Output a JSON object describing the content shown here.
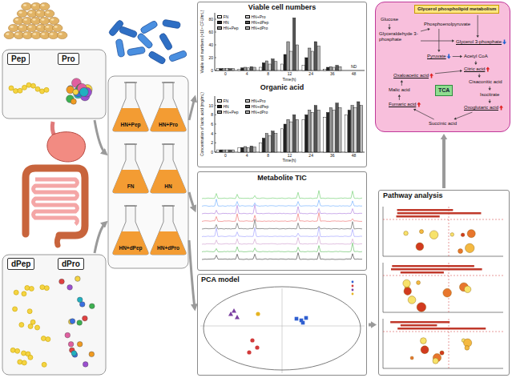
{
  "diagram": {
    "nodes": [
      {
        "text": [
          "Pep"
        ]
      },
      {
        "text": [
          "Pro"
        ]
      },
      {
        "text": [
          "HN+Pep"
        ]
      },
      {
        "text": [
          "HN+Pro"
        ]
      },
      {
        "text": [
          "FN"
        ]
      },
      {
        "text": [
          "HN"
        ]
      },
      {
        "text": [
          "HN+dPep"
        ]
      },
      {
        "text": [
          "HN+dPro"
        ]
      },
      {
        "text": [
          "Viable cell numbers",
          "Organic acid"
        ]
      },
      {
        "text": [
          "Metabolite TIC"
        ]
      },
      {
        "text": [
          "PCA model"
        ]
      },
      {
        "text": [
          "Glucose",
          "Phosphoenolpyruvate",
          "Glyceraldehyde 3-phosphate",
          "Glycerol 3-phosphate",
          "Pyruvate",
          "Acetyl CoA",
          "Citric acid",
          "Oxaloacetic acid",
          "Cisaconitic acid",
          "Malic acid",
          "Isocitrate",
          "Fumaric acid",
          "Oxoglutaric acid",
          "Succinic acid"
        ]
      },
      {
        "text": [
          "Glycerol phospholipid metabolism"
        ],
        "in": 11
      },
      {
        "text": [
          "TCA"
        ],
        "in": 11
      },
      {
        "text": [
          "Pathway analysis"
        ]
      },
      {
        "text": [
          "dPep"
        ]
      },
      {
        "text": [
          "dPro"
        ]
      }
    ],
    "edges": [
      {
        "from": 10,
        "to": 14,
        "arrow": "to"
      },
      {
        "from": 14,
        "to": 11,
        "arrow": "to"
      }
    ],
    "labels": [
      "Viable cell numbers (×10⁸ CFU/mL)",
      "0",
      "20",
      "40",
      "60",
      "80",
      "0",
      "4",
      "8",
      "12",
      "24",
      "36",
      "48",
      "Time(h)",
      "ND",
      "Concentration of lactic acid (mg/mL)",
      "0",
      "2",
      "4",
      "6",
      "8",
      "10",
      "0",
      "4",
      "8",
      "12",
      "24",
      "36",
      "48",
      "Time(h)"
    ],
    "legend": [
      {
        "text": "FN",
        "color": "#ffffff"
      },
      {
        "text": "HN",
        "color": "#222222"
      },
      {
        "text": "HN+Pep",
        "color": "#9a9a9a"
      },
      {
        "text": "HN+Pro",
        "color": "#d8d8d8"
      },
      {
        "text": "HN+dPep",
        "color": "#555555"
      },
      {
        "text": "HN+dPro",
        "color": "#bbbbbb"
      },
      {
        "text": "FN",
        "color": "#ffffff"
      },
      {
        "text": "HN",
        "color": "#222222"
      },
      {
        "text": "HN+Pep",
        "color": "#9a9a9a"
      },
      {
        "text": "HN+Pro",
        "color": "#d8d8d8"
      },
      {
        "text": "HN+dPep",
        "color": "#555555"
      },
      {
        "text": "HN+dPro",
        "color": "#bbbbbb"
      }
    ]
  }
}
